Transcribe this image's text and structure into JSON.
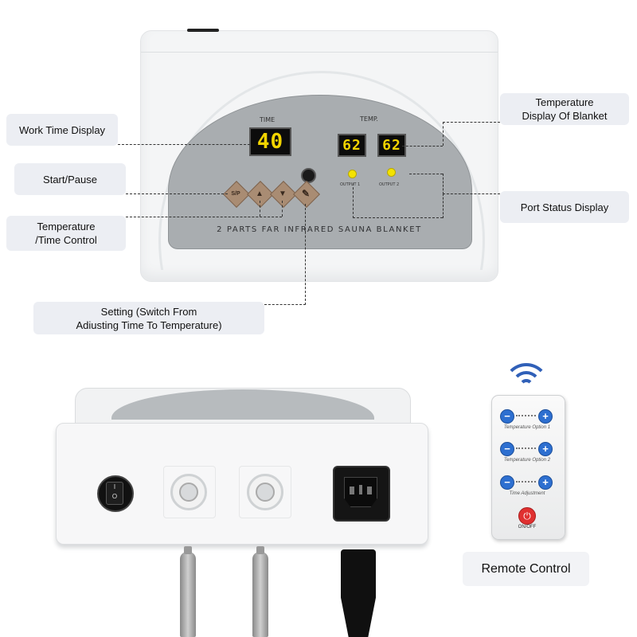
{
  "callouts": {
    "work_time": "Work Time Display",
    "start_pause": "Start/Pause",
    "temp_time_control_line1": "Temperature",
    "temp_time_control_line2": "/Time Control",
    "setting_line1": "Setting (Switch From",
    "setting_line2": "Adiusting Time To Temperature)",
    "temp_display_line1": "Temperature",
    "temp_display_line2": "Display Of Blanket",
    "port_status": "Port Status Display",
    "remote_control": "Remote Control"
  },
  "panel": {
    "time_label": "TIME",
    "time_value": "40",
    "temp_label": "TEMP.",
    "temp1_value": "62",
    "temp2_value": "62",
    "output1_label": "OUTPUT 1",
    "output2_label": "OUTPUT 2",
    "start_button_label": "S/P",
    "product_name": "2 PARTS FAR INFRARED SAUNA BLANKET"
  },
  "remote": {
    "minus": "−",
    "plus": "+",
    "option1": "Temperature Option 1",
    "option2": "Temperature Option 2",
    "time_adjust": "Time Adjustment",
    "power_label": "ON/OFF"
  },
  "colors": {
    "panel_gray": "#a9adb0",
    "led_yellow": "#f2d400",
    "button_brown": "#a98c73",
    "remote_blue": "#2d6fd0",
    "power_red": "#e03030",
    "callout_bg": "#eceef3"
  }
}
